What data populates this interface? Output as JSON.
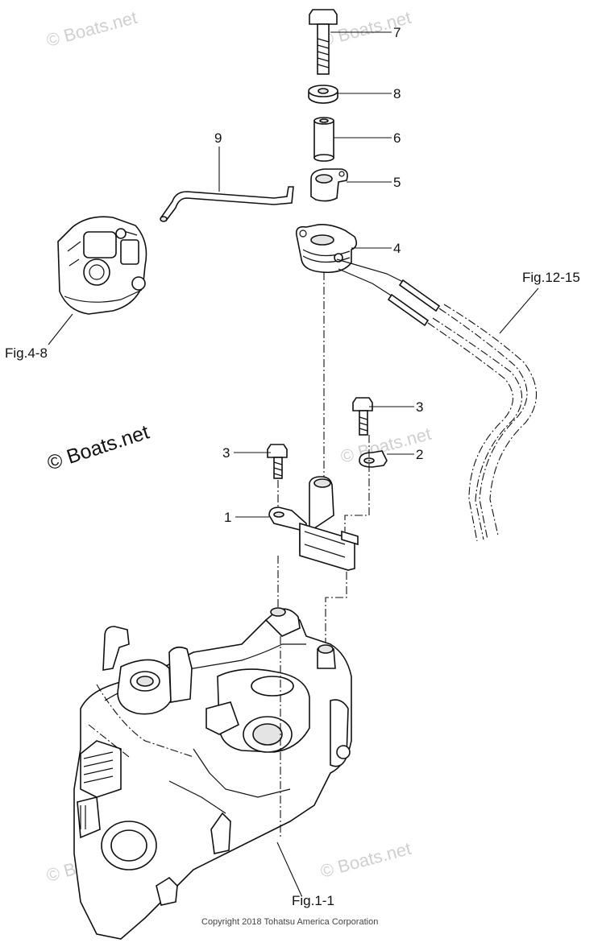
{
  "watermarks": {
    "top_left": "© Boats.net",
    "top_right": "© Boats.net",
    "mid_left": "© Boats.net",
    "mid_right": "© Boats.net",
    "bottom_left": "© Boats.net",
    "bottom_right": "© Boats.net"
  },
  "callouts": {
    "c7": "7",
    "c8": "8",
    "c6": "6",
    "c5": "5",
    "c4": "4",
    "c9": "9",
    "c3_right": "3",
    "c2": "2",
    "c3_left": "3",
    "c1": "1"
  },
  "figure_refs": {
    "carburetor": "Fig.4-8",
    "cables": "Fig.12-15",
    "cylinder": "Fig.1-1"
  },
  "copyright": "Copyright 2018 Tohatsu America Corporation"
}
